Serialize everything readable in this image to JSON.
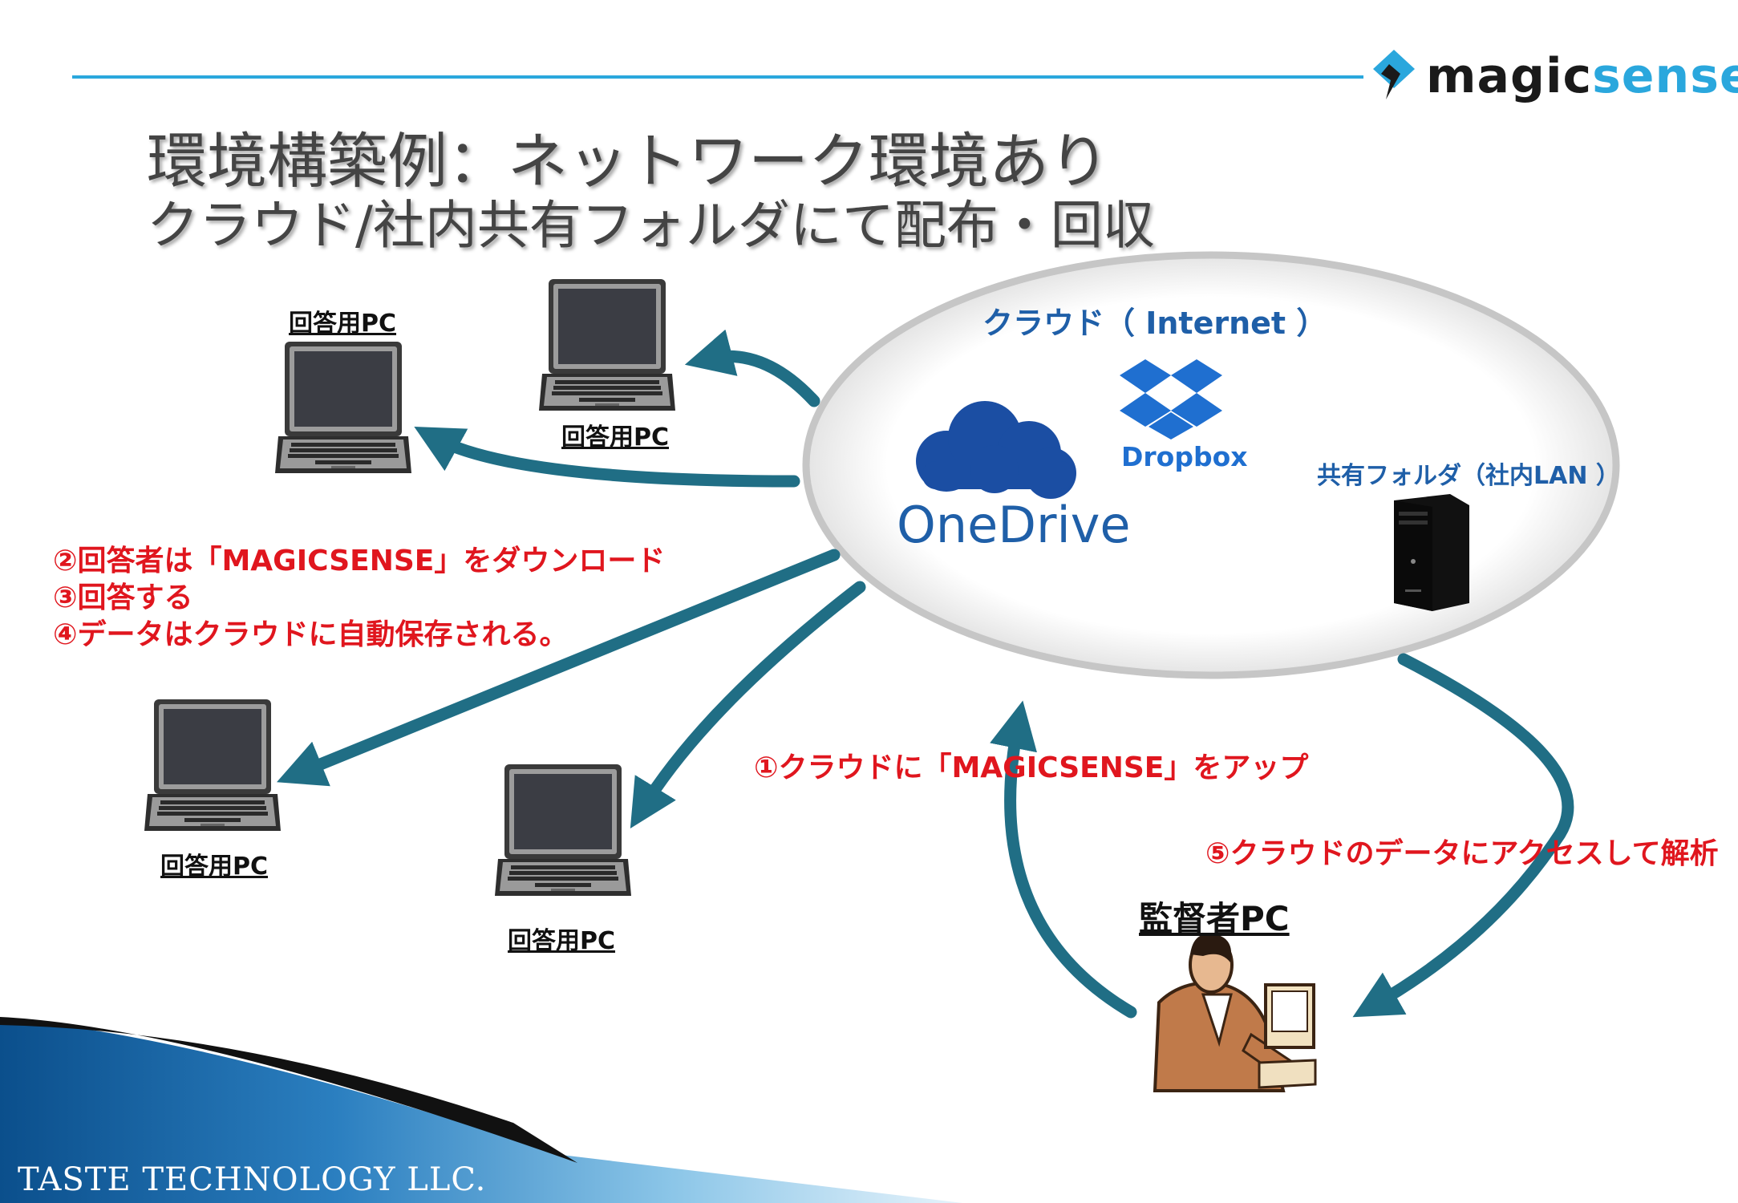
{
  "header": {
    "title_line1": "環境構築例：ネットワーク環境あり",
    "title_line2": "クラウド/社内共有フォルダにて配布・回収"
  },
  "logo": {
    "magic": "magic",
    "sense": "sense"
  },
  "cloud": {
    "title": "クラウド（ Internet ）",
    "onedrive": "OneDrive",
    "dropbox": "Dropbox",
    "share_folder": "共有フォルダ（社内LAN ）"
  },
  "pcs": {
    "pc1": "回答用PC",
    "pc2": "回答用PC",
    "pc3": "回答用PC",
    "pc4": "回答用PC",
    "supervisor": "監督者PC"
  },
  "steps": {
    "step1": "①クラウドに「MAGICSENSE」をアップ",
    "step2": "②回答者は「MAGICSENSE」をダウンロード",
    "step3": "③回答する",
    "step4": "④データはクラウドに自動保存される。",
    "step5": "⑤クラウドのデータにアクセスして解析"
  },
  "footer": {
    "company": "TASTE TECHNOLOGY LLC."
  },
  "colors": {
    "arrow": "#206e85",
    "accent": "#2aa7dd",
    "red": "#e0161e",
    "cloud_text": "#1f5fa8"
  }
}
